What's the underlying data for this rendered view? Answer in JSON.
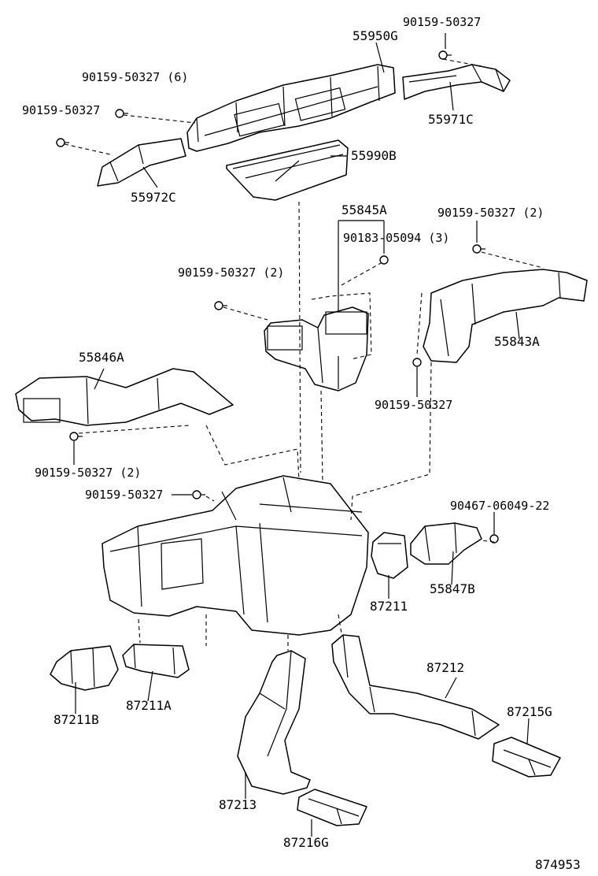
{
  "labels": {
    "l01": "90159-50327",
    "l02": "55950G",
    "l03": "90159-50327 (6)",
    "l04": "90159-50327",
    "l05": "55971C",
    "l06": "55990B",
    "l07": "55972C",
    "l08": "55845A",
    "l09": "90159-50327 (2)",
    "l10": "90183-05094 (3)",
    "l11": "90159-50327 (2)",
    "l12": "55843A",
    "l13": "55846A",
    "l14": "90159-50327",
    "l15": "90159-50327 (2)",
    "l16": "90159-50327",
    "l17": "90467-06049-22",
    "l18": "87211",
    "l19": "55847B",
    "l20": "87211B",
    "l21": "87211A",
    "l22": "87212",
    "l23": "87215G",
    "l24": "87213",
    "l25": "87216G",
    "l26": "874953"
  }
}
